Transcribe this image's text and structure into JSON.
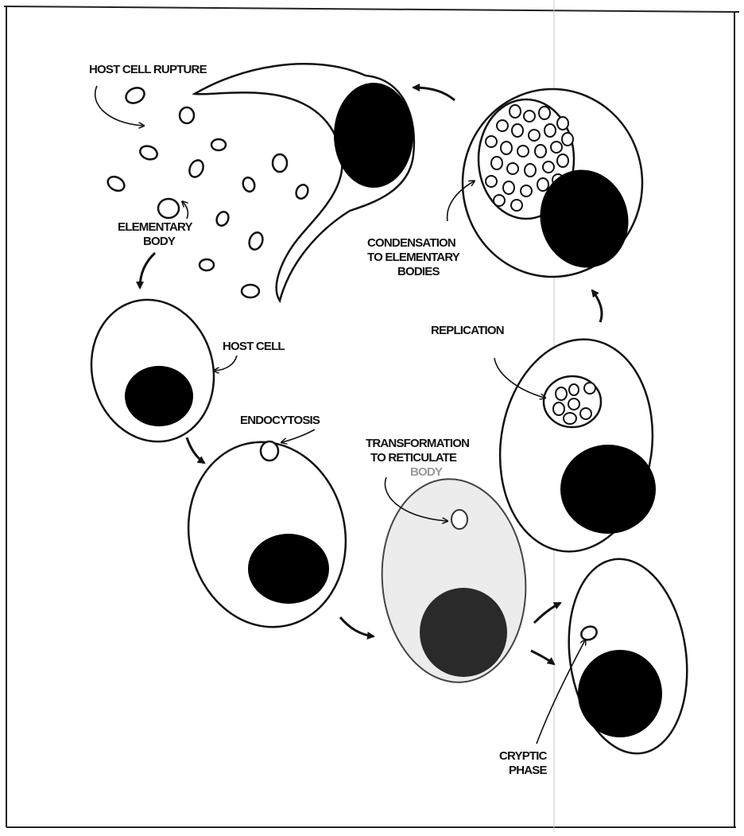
{
  "labels": {
    "host_cell_rupture": "HOST CELL RUPTURE",
    "elementary_body_1": "ELEMENTARY",
    "elementary_body_2": "BODY",
    "host_cell": "HOST CELL",
    "endocytosis": "ENDOCYTOSIS",
    "transformation_1": "TRANSFORMATION",
    "transformation_2": "TO RETICULATE",
    "transformation_3": "BODY",
    "replication": "REPLICATION",
    "condensation_1": "CONDENSATION",
    "condensation_2": "TO ELEMENTARY",
    "condensation_3": "BODIES",
    "cryptic_1": "CRYPTIC",
    "cryptic_2": "PHASE"
  },
  "colors": {
    "ink": "#111111",
    "nucleus": "#000000",
    "reticulate_cell_fill": "#ececec",
    "reticulate_nucleus": "#2a2a2a"
  }
}
